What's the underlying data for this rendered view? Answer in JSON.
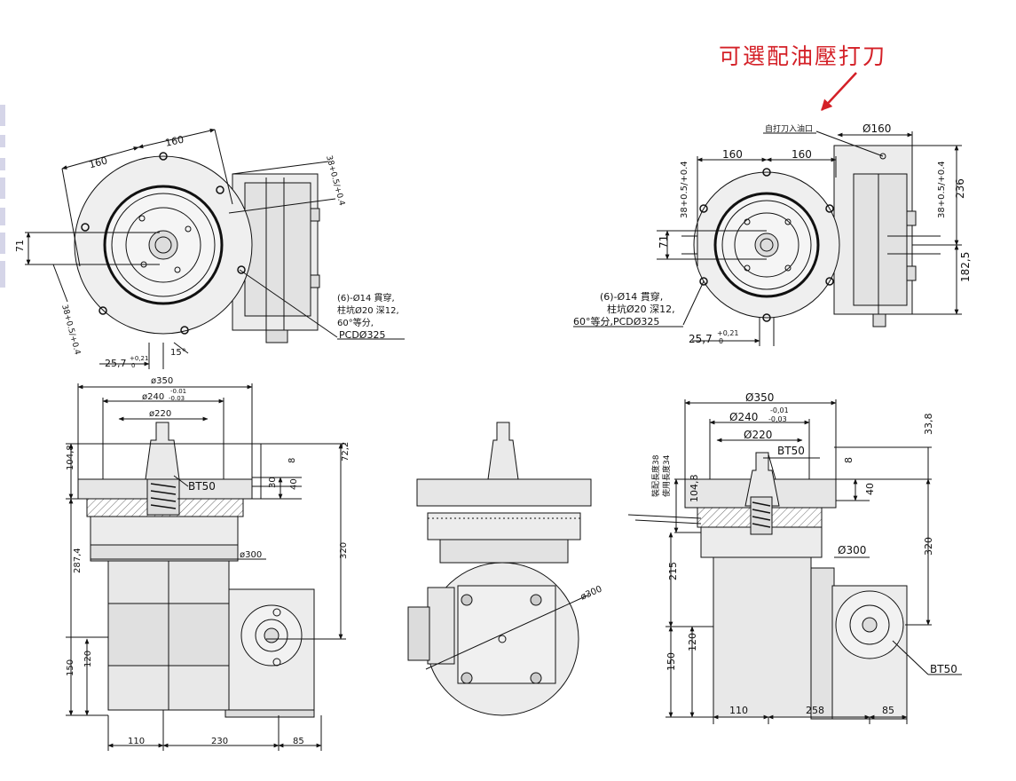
{
  "callout": {
    "text": "可選配油壓打刀",
    "color": "#d42027"
  },
  "colors": {
    "line": "#111111",
    "body_fill": "#e8e8e8",
    "dark_fill": "#cfcfcf",
    "accent": "#d42027"
  },
  "top_left": {
    "dim_160_a": "160",
    "dim_160_b": "160",
    "dim_38_right": "38+0.5/+0.4",
    "dim_38_left": "38+0.5/+0.4",
    "dim_71": "71",
    "note_line1": "(6)-Ø14 貫穿,",
    "note_line2": "柱坑Ø20 深12,",
    "note_line3": "60°等分,",
    "note_line4": "PCDØ325",
    "dim_257": "25,7",
    "dim_257_tol": "+0,21",
    "dim_257_tol0": "0",
    "angle_15": "15°"
  },
  "top_right": {
    "oil_inlet_label": "自打刀入油口",
    "dim_d160": "Ø160",
    "dim_160_a": "160",
    "dim_160_b": "160",
    "dim_38_left": "38+0.5/+0.4",
    "dim_38_right": "38+0.5/+0.4",
    "dim_236": "236",
    "dim_182_5": "182,5",
    "dim_71": "71",
    "note_line1": "(6)-Ø14 貫穿,",
    "note_line2": "柱坑Ø20 深12,",
    "note_line3": "60°等分,PCDØ325",
    "dim_257": "25,7",
    "dim_257_tol": "+0,21",
    "dim_257_tol0": "0"
  },
  "bottom_left": {
    "d350": "ø350",
    "d240": "ø240",
    "d240_tol_top": "-0.01",
    "d240_tol_bot": "-0.03",
    "d220": "ø220",
    "d300": "ø300",
    "bt50": "BT50",
    "dim_104_8": "104,8",
    "dim_72_2": "72,2",
    "dim_8": "8",
    "dim_30": "30",
    "dim_40": "40",
    "dim_320": "320",
    "dim_287_4": "287,4",
    "dim_150": "150",
    "dim_120": "120",
    "dim_110": "110",
    "dim_230": "230",
    "dim_85": "85"
  },
  "bottom_center": {
    "d300": "ø300"
  },
  "bottom_right": {
    "d350": "Ø350",
    "d240": "Ø240",
    "d240_tol_top": "-0,01",
    "d240_tol_bot": "-0,03",
    "d220": "Ø220",
    "d300": "Ø300",
    "bt50_top": "BT50",
    "bt50_side": "BT50",
    "dim_33_8": "33,8",
    "dim_8": "8",
    "dim_40": "40",
    "dim_320": "320",
    "dim_104_8": "104,8",
    "install_len": "裝配長度38",
    "use_len": "使用長度34",
    "dim_215": "215",
    "dim_150": "150",
    "dim_120": "120",
    "dim_110": "110",
    "dim_258": "258",
    "dim_85": "85"
  }
}
